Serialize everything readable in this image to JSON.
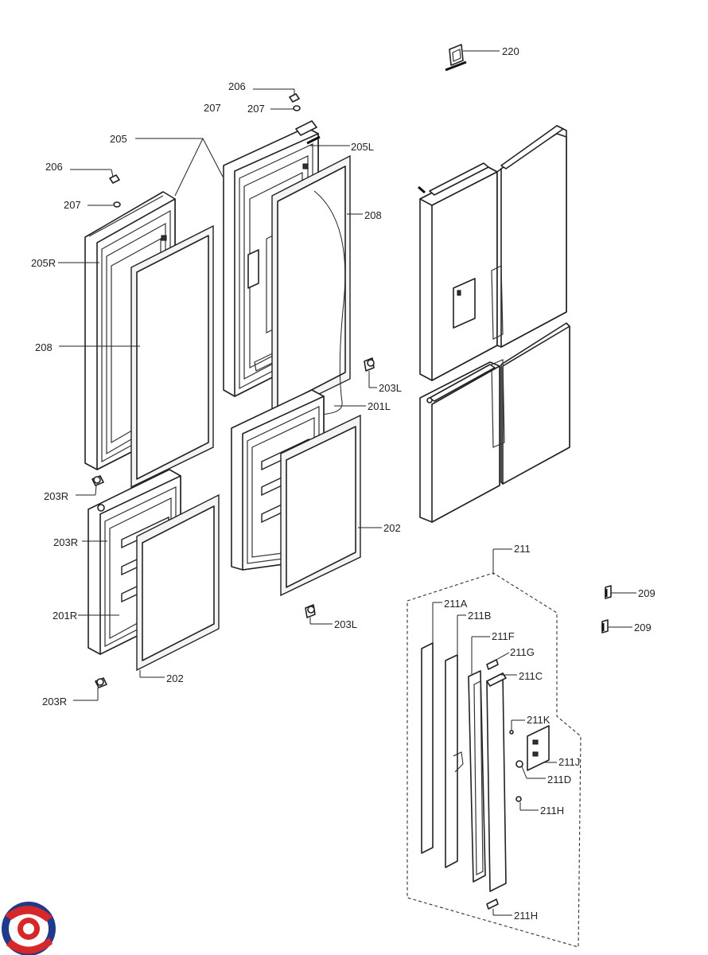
{
  "labels": {
    "l220": "220",
    "l206a": "206",
    "l207a": "207",
    "l207b": "207",
    "l205": "205",
    "l205L": "205L",
    "l206b": "206",
    "l207c": "207",
    "l205R": "205R",
    "l208a": "208",
    "l208b": "208",
    "l203La": "203L",
    "l201L": "201L",
    "l203Ra": "203R",
    "l203Rb": "203R",
    "l202a": "202",
    "l201R": "201R",
    "l202b": "202",
    "l203Lb": "203L",
    "l203Rc": "203R",
    "l211": "211",
    "l211A": "211A",
    "l211B": "211B",
    "l211F": "211F",
    "l211G": "211G",
    "l211C": "211C",
    "l211K": "211K",
    "l211J": "211J",
    "l211D": "211D",
    "l211Ha": "211H",
    "l211Hb": "211H",
    "l209a": "209",
    "l209b": "209"
  },
  "colors": {
    "logo_blue": "#1f3a8a",
    "logo_red": "#d62828"
  },
  "icons": {
    "logo": "brand-logo-icon"
  }
}
